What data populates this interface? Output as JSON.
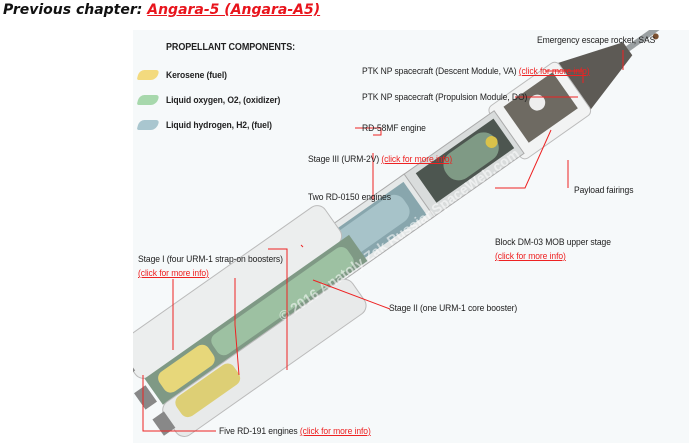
{
  "header": {
    "prefix": "Previous chapter:",
    "link": "Angara-5 (Angara-A5)"
  },
  "legend": {
    "title": "PROPELLANT COMPONENTS:",
    "items": [
      {
        "label": "Kerosene (fuel)",
        "color": "#f3da7e"
      },
      {
        "label": "Liquid oxygen, O2, (oxidizer)",
        "color": "#a7d8ac"
      },
      {
        "label": "Liquid hydrogen, H2, (fuel)",
        "color": "#a9c6cf"
      }
    ]
  },
  "labels": {
    "sas": "Emergency escape rocket, SAS",
    "descent": "PTK NP spacecraft (Descent Module, VA)",
    "propulsion": "PTK NP spacecraft (Propulsion Module, DO)",
    "rd58": "RD-58MF engine",
    "stage3": "Stage III (URM-2V)",
    "rd0150": "Two RD-0150 engines",
    "fairings": "Payload fairings",
    "blockdm": "Block DM-03 MOB upper stage",
    "stage1": "Stage I (four URM-1 strap-on boosters)",
    "stage2": "Stage II (one URM-1 core booster)",
    "rd191": "Five RD-191 engines",
    "more": "(click for more info)"
  },
  "watermark": "© 2016 Anatoly Zak RussianSpaceWeb.com",
  "accent": "#e22222"
}
